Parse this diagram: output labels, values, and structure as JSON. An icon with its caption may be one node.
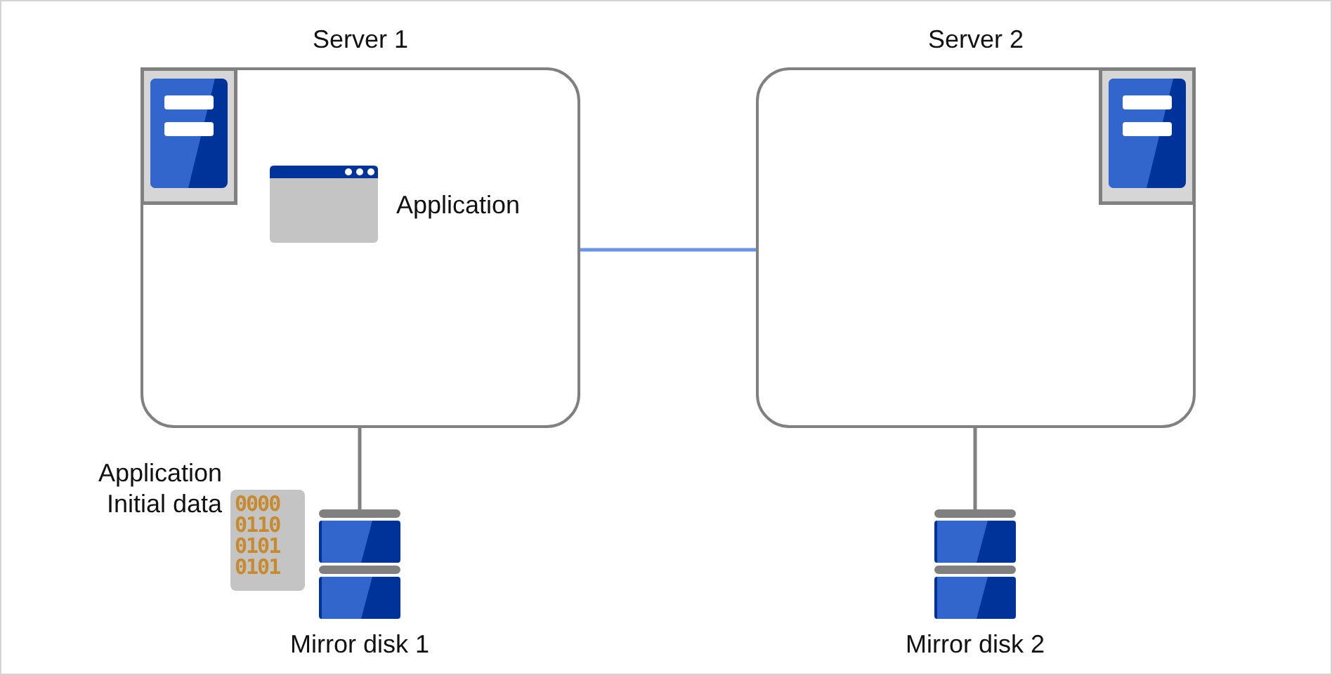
{
  "diagram": {
    "nodes": [
      {
        "text": [
          "Server 1"
        ]
      },
      {
        "text": [
          "Server 2"
        ]
      },
      {
        "text": [
          "Mirror disk 1"
        ]
      },
      {
        "text": [
          "Mirror disk 2"
        ]
      }
    ],
    "edges": [
      {
        "from": 0,
        "to": 1,
        "arrow": "none",
        "color": "#6d94ea"
      },
      {
        "from": 0,
        "to": 2,
        "arrow": "none"
      },
      {
        "from": 1,
        "to": 3,
        "arrow": "none"
      }
    ],
    "labels": [
      "Application",
      "Application Initial data",
      "0000 0110 0101 0101"
    ]
  }
}
